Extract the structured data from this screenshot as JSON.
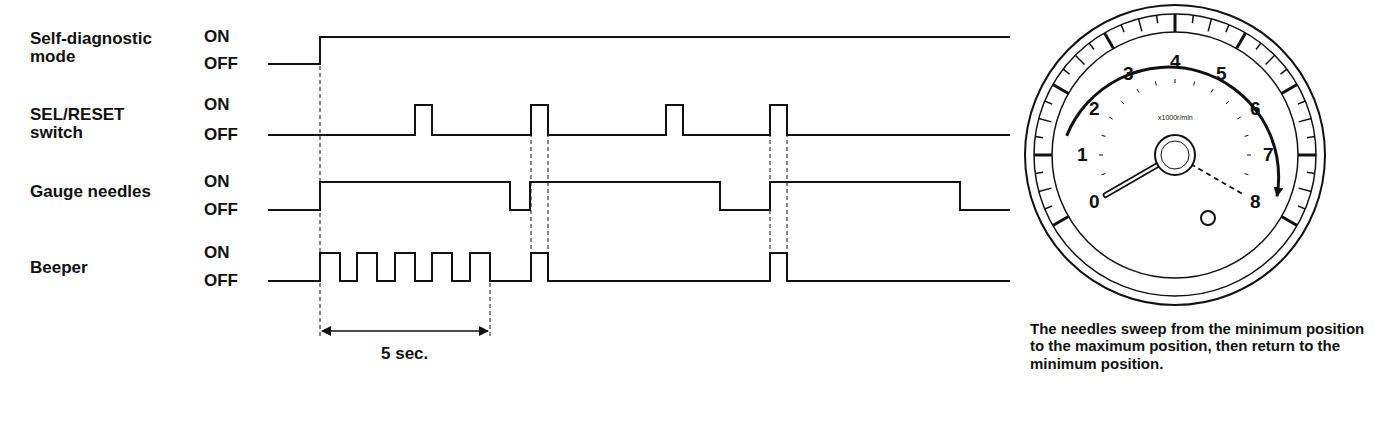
{
  "diagram": {
    "labels": [
      "Self-diagnostic mode",
      "ON",
      "OFF",
      "SEL/RESET switch",
      "ON",
      "OFF",
      "Gauge needles",
      "ON",
      "OFF",
      "Beeper",
      "ON",
      "OFF",
      "5 sec.",
      "0",
      "1",
      "2",
      "3",
      "4",
      "5",
      "6",
      "7",
      "8",
      "x1000r/min",
      "The needles sweep from the minimum position to the maximum position, then return to the minimum position."
    ]
  }
}
